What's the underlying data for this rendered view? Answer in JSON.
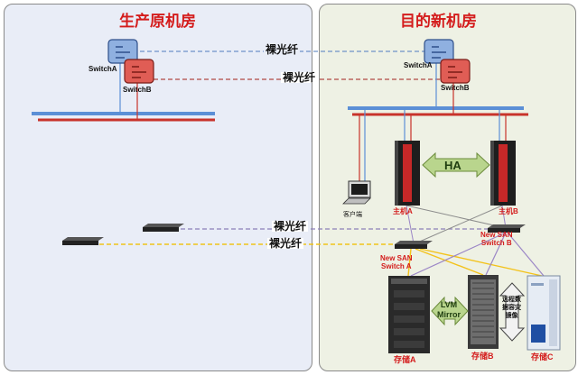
{
  "left_site": {
    "title": "生产原机房"
  },
  "right_site": {
    "title": "目的新机房"
  },
  "switches": {
    "left_a": "SwitchA",
    "left_b": "SwitchB",
    "right_a": "SwitchA",
    "right_b": "SwitchB"
  },
  "fiber_labels": [
    "裸光纤",
    "裸光纤",
    "裸光纤",
    "裸光纤"
  ],
  "servers": {
    "a": "主机A",
    "b": "主机B",
    "ha": "HA"
  },
  "client": "客户端",
  "san": {
    "a": "New SAN\nSwitch A",
    "b": "New SAN\nSwitch B"
  },
  "storage": {
    "a": "存储A",
    "b": "存储B",
    "c": "存储C",
    "lvm": "LVM\nMirror",
    "remote": "远程数\n据容灾\n镜像"
  },
  "colors": {
    "title_red": "#d41c1c",
    "blue_line": "#5b8fd6",
    "red_line": "#c8332b",
    "fiber_dash_blue": "#6f93c8",
    "fiber_dash_red": "#b24a44",
    "fiber_dash_yellow": "#f0c419",
    "san_yellow": "#f3c21a",
    "san_purple": "#9b86c6",
    "arrow_green": "#b9d58d"
  }
}
